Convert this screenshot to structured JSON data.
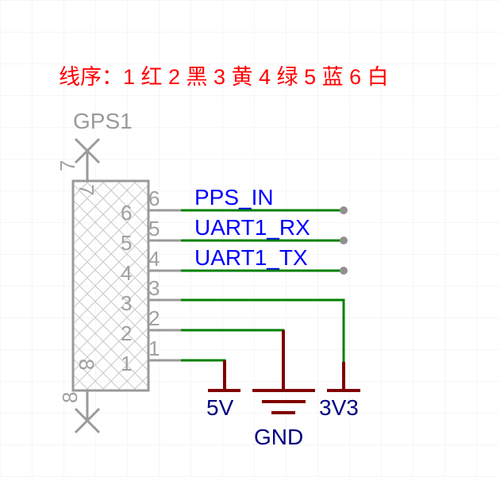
{
  "note": "线序：1 红 2 黑 3 黄 4 绿 5 蓝 6 白",
  "component": {
    "designator": "GPS1",
    "pins": {
      "p1": "1",
      "p2": "2",
      "p3": "3",
      "p4": "4",
      "p5": "5",
      "p6": "6",
      "p7": "7",
      "p8": "8"
    }
  },
  "nets": {
    "pps_in": "PPS_IN",
    "uart1_rx": "UART1_RX",
    "uart1_tx": "UART1_TX"
  },
  "power": {
    "v5": "5V",
    "gnd": "GND",
    "v3v3": "3V3"
  },
  "colors": {
    "note": "#ff0000",
    "wire": "#008000",
    "net_label": "#0000ff",
    "power_symbol": "#800000",
    "power_label": "#000080",
    "component": "#9a9a9a",
    "grid": "#eeeeee"
  }
}
